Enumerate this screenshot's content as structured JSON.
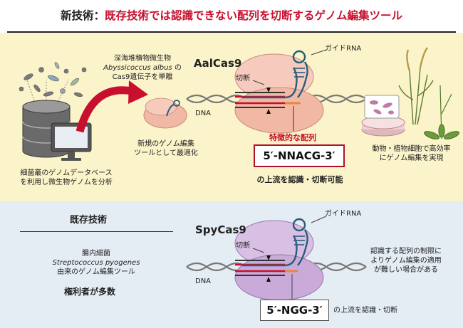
{
  "title": {
    "prefix": "新技術：",
    "main": "既存技術では認識できない配列を切断するゲノム編集ツール"
  },
  "top": {
    "database_caption": "細菌叢のゲノムデータベース\nを利用し微生物ゲノムを分析",
    "source_line1": "深海堆積物微生物",
    "source_species": "Abyssicoccus albus",
    "source_suffix": "の",
    "source_line3": "Cas9遺伝子を単離",
    "optimize_caption": "新規のゲノム編集\nツールとして最適化",
    "enzyme": "AalCas9",
    "guide_label": "ガイドRNA",
    "cut_label": "切断",
    "dna_label": "DNA",
    "feature_label": "特徴的な配列",
    "sequence": "5′-NNACG-3′",
    "recognition_caption": "の上流を認識・切断可能",
    "application_caption": "動物・植物細胞で高効率\nにゲノム編集を実現"
  },
  "bottom": {
    "section_title": "既存技術",
    "origin_line1": "腸内細菌",
    "origin_species": "Streptococcus pyogenes",
    "origin_line3": "由来のゲノム編集ツール",
    "rights_holders": "権利者が多数",
    "enzyme": "SpyCas9",
    "guide_label": "ガイドRNA",
    "cut_label": "切断",
    "dna_label": "DNA",
    "sequence": "5′-NGG-3′",
    "recognition_caption": "の上流を認識・切断",
    "limitation_caption": "認識する配列の制限に\nよりゲノム編集の適用\nが難しい場合がある"
  },
  "colors": {
    "accent_red": "#c8102e",
    "top_panel_bg": "#fbf3c9",
    "bottom_panel_bg": "#e4ecf4",
    "aal_protein": "#f2b8a6",
    "spy_protein": "#c9aad8",
    "guide_rna": "#2a5e78",
    "pam_orange": "#e8873a"
  }
}
